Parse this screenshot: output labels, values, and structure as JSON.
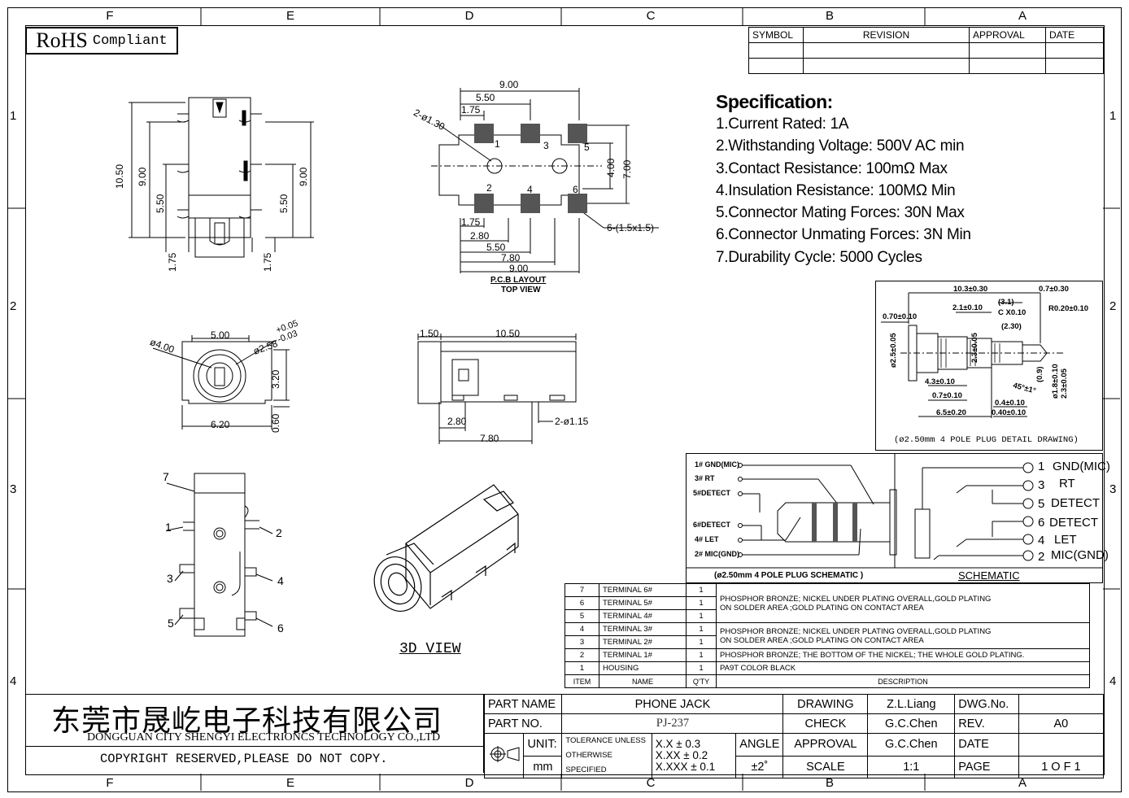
{
  "zones": {
    "columns": [
      "F",
      "E",
      "D",
      "C",
      "B",
      "A"
    ],
    "rows": [
      "1",
      "2",
      "3",
      "4"
    ]
  },
  "rohs": {
    "main": "RoHS",
    "sub": "Compliant"
  },
  "revision_table": {
    "headers": [
      "SYMBOL",
      "REVISION",
      "APPROVAL",
      "DATE"
    ]
  },
  "specification": {
    "title": "Specification:",
    "items": [
      "1.Current Rated: 1A",
      "2.Withstanding Voltage: 500V AC min",
      "3.Contact Resistance: 100mΩ Max",
      "4.Insulation Resistance: 100MΩ Min",
      "5.Connector Mating Forces: 30N Max",
      "6.Connector Unmating Forces: 3N Min",
      "7.Durability Cycle: 5000 Cycles"
    ]
  },
  "side_view": {
    "dims": [
      "10.50",
      "9.00",
      "5.50",
      "1.75",
      "5.50",
      "9.00",
      "1.75"
    ]
  },
  "pcb_layout": {
    "dims_top": [
      "9.00",
      "5.50",
      "1.75"
    ],
    "hole_label": "2-ø1.30",
    "pad_numbers": [
      "1",
      "3",
      "5",
      "2",
      "4",
      "6"
    ],
    "dims_right": [
      "4.00",
      "7.00"
    ],
    "pad_label": "6-(1.5x1.5)",
    "dims_bottom": [
      "1.75",
      "2.80",
      "5.50",
      "7.80",
      "9.00"
    ],
    "caption": "P.C.B LAYOUT",
    "subcaption": "TOP VIEW"
  },
  "front_view": {
    "dims": [
      "ø4.00",
      "5.00",
      "ø2.58",
      "+0.05",
      "-0.03",
      "3.20",
      "6.20",
      "0.60"
    ]
  },
  "side_view2": {
    "dims": [
      "1.50",
      "10.50",
      "2.80",
      "2-ø1.15",
      "7.80"
    ]
  },
  "bottom_view": {
    "labels": [
      "7",
      "1",
      "2",
      "3",
      "4",
      "5",
      "6"
    ]
  },
  "view3d": {
    "label": "3D VIEW"
  },
  "plug_detail": {
    "dims": [
      "10.3±0.30",
      "0.7±0.30",
      "2.1±0.10",
      "(3.1)",
      "C X0.10",
      "R0.20±0.10",
      "0.70±0.10",
      "(2.30)",
      "ø2.5±0.05",
      "2.3±0.05",
      "(0.9)",
      "ø1.8±0.10",
      "2.3±0.05",
      "4.3±0.10",
      "0.7±0.10",
      "45°±1°",
      "0.4±0.10",
      "6.5±0.20",
      "0.40±0.10"
    ],
    "caption": "(ø2.50mm 4 POLE PLUG DETAIL DRAWING)"
  },
  "plug_schematic": {
    "labels": [
      "1# GND(MIC)",
      "3# RT",
      "5#DETECT",
      "6#DETECT",
      "4# LET",
      "2# MIC(GND)"
    ],
    "caption": "(ø2.50mm 4 POLE PLUG SCHEMATIC )"
  },
  "schematic": {
    "pins": [
      "1",
      "3",
      "5",
      "6",
      "4",
      "2"
    ],
    "names": [
      "GND(MIC)",
      "RT",
      "DETECT",
      "DETECT",
      "LET",
      "MIC(GND)"
    ],
    "caption": "SCHEMATIC"
  },
  "bom": {
    "rows": [
      {
        "item": "7",
        "name": "TERMINAL 6#",
        "qty": "1"
      },
      {
        "item": "6",
        "name": "TERMINAL 5#",
        "qty": "1"
      },
      {
        "item": "5",
        "name": "TERMINAL 4#",
        "qty": "1"
      },
      {
        "item": "4",
        "name": "TERMINAL 3#",
        "qty": "1"
      },
      {
        "item": "3",
        "name": "TERMINAL 2#",
        "qty": "1"
      },
      {
        "item": "2",
        "name": "TERMINAL 1#",
        "qty": "1"
      },
      {
        "item": "1",
        "name": "HOUSING",
        "qty": "1"
      }
    ],
    "desc": [
      "PHOSPHOR BRONZE; NICKEL UNDER PLATING OVERALL,GOLD PLATING",
      "ON SOLDER AREA ;GOLD PLATING ON CONTACT AREA",
      "PHOSPHOR BRONZE; NICKEL UNDER PLATING OVERALL,GOLD PLATING",
      "ON SOLDER AREA ;GOLD PLATING ON CONTACT AREA",
      "PHOSPHOR BRONZE; THE BOTTOM OF THE NICKEL; THE WHOLE GOLD PLATING.",
      "PA9T   COLOR BLACK"
    ],
    "headers": {
      "item": "ITEM",
      "name": "NAME",
      "qty": "Q'TY",
      "desc": "DESCRIPTION"
    }
  },
  "title_block": {
    "company_cn": "东莞市晟屹电子科技有限公司",
    "company_en": "DONGGUAN CITY SHENGYI ELECTRIONCS TECHNOLOGY CO.,LTD",
    "copyright": "COPYRIGHT RESERVED,PLEASE DO NOT COPY.",
    "part_name_label": "PART NAME",
    "part_name": "PHONE JACK",
    "part_no_label": "PART NO.",
    "part_no": "PJ-237",
    "unit_label": "UNIT:",
    "unit": "mm",
    "tol1": "TOLERANCE UNLESS",
    "tol2": "OTHERWISE SPECIFIED",
    "tol_x": "X.X  ±  0.3",
    "tol_xx": "X.XX  ±  0.2",
    "tol_xxx": "X.XXX  ±  0.1",
    "angle_label": "ANGLE",
    "angle": "±2˚",
    "drawing_label": "DRAWING",
    "drawing": "Z.L.Liang",
    "check_label": "CHECK",
    "check": "G.C.Chen",
    "approval_label": "APPROVAL",
    "approval": "G.C.Chen",
    "scale_label": "SCALE",
    "scale": "1:1",
    "dwg_label": "DWG.No.",
    "dwg": "",
    "rev_label": "REV.",
    "rev": "A0",
    "date_label": "DATE",
    "date": "",
    "page_label": "PAGE",
    "page": "1  O F  1"
  }
}
